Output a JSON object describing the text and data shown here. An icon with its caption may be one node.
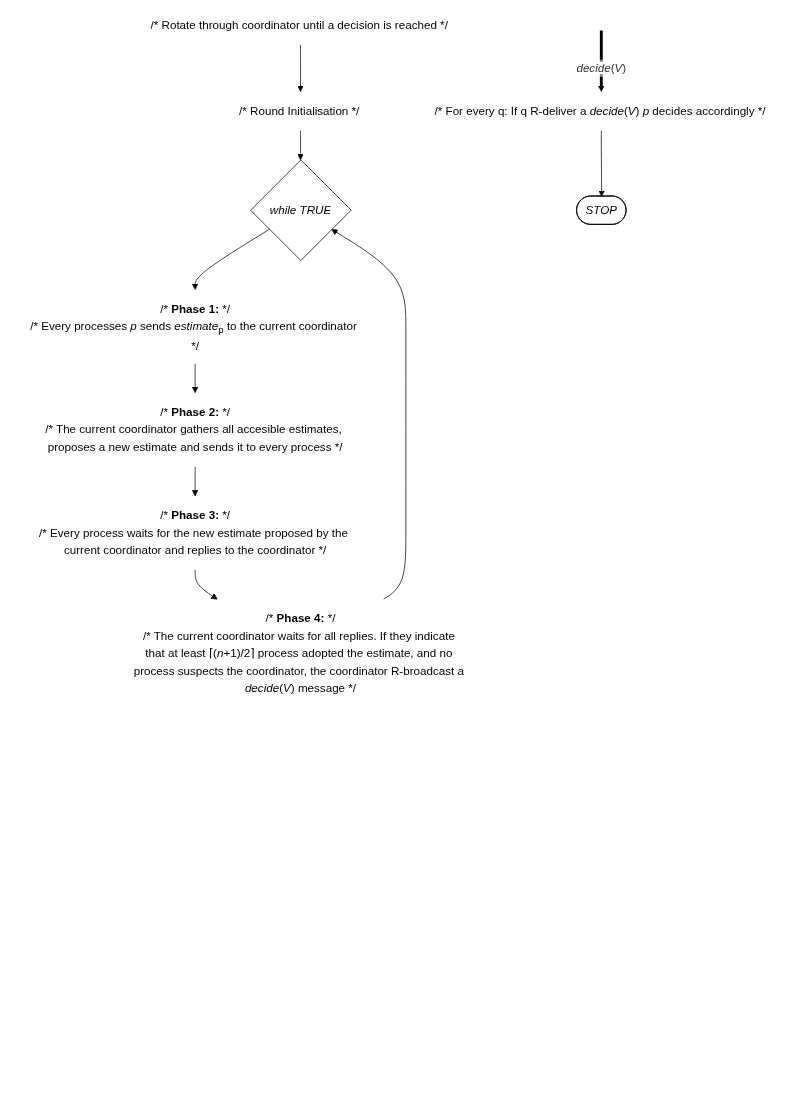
{
  "diagram": {
    "nodes": [
      {
        "text": [
          "/* Rotate through coordinator until a decision is reached */"
        ]
      },
      {
        "text": [
          "/* Round Initialisation */"
        ]
      },
      {
        "text": [
          "while TRUE"
        ]
      },
      {
        "text": [
          "/* **Phase 1:** */",
          "/* Every processes *p* sends *estimate*$_{p}$ to the current coordinator */"
        ]
      },
      {
        "text": [
          "/* **Phase 2:** */",
          "/* The current coordinator gathers all accesible estimates, proposes a new estimate and sends it to every process */"
        ]
      },
      {
        "text": [
          "/* **Phase 3:** */",
          "/* Every process waits for the new estimate proposed by the current coordinator and replies to the coordinator */"
        ]
      },
      {
        "text": [
          "/* **Phase 4:** */",
          "/* The current coordinator waits for all replies. If they indicate that at least ⌈(*n*+1)/2⌉ process adopted the estimate, and no process suspects the coordinator, the coordinator R-broadcast a *decide*(*V*) message */"
        ]
      },
      {
        "text": [
          "/* For every q: If q R-deliver a *decide*(*V*) *p* decides accordingly */"
        ]
      },
      {
        "text": [
          "STOP"
        ]
      }
    ],
    "edges": [
      {
        "from": 0,
        "to": 1,
        "arrow": "to"
      },
      {
        "from": 1,
        "to": 2,
        "arrow": "to"
      },
      {
        "from": 2,
        "to": 3,
        "arrow": "to"
      },
      {
        "from": 3,
        "to": 4,
        "arrow": "to"
      },
      {
        "from": 4,
        "to": 5,
        "arrow": "to"
      },
      {
        "from": 5,
        "to": 6,
        "arrow": "to"
      },
      {
        "from": 6,
        "to": 2,
        "arrow": "to"
      },
      {
        "from": null,
        "to": 7,
        "arrow": "to",
        "label": "*decide*(*V*)",
        "style": "thick"
      },
      {
        "from": 7,
        "to": 8,
        "arrow": "to"
      }
    ]
  }
}
